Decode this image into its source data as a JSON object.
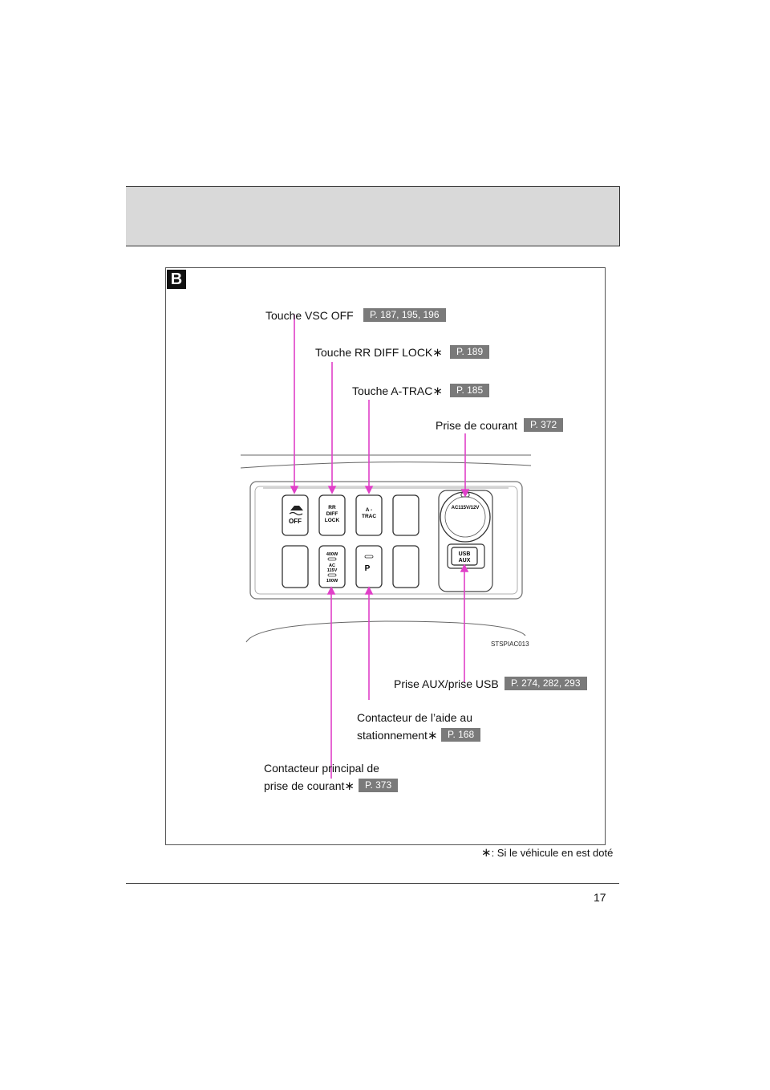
{
  "section": "B",
  "callouts": {
    "vsc_off": {
      "label": "Touche VSC OFF",
      "ref": "P. 187, 195, 196"
    },
    "rr_diff_lock": {
      "label": "Touche RR DIFF LOCK",
      "mark": "∗",
      "ref": "P. 189"
    },
    "a_trac": {
      "label": "Touche A-TRAC",
      "mark": "∗",
      "ref": "P. 185"
    },
    "power_outlet": {
      "label": "Prise de courant",
      "ref": "P. 372"
    },
    "aux_usb": {
      "label": "Prise AUX/prise USB",
      "ref": "P. 274, 282, 293"
    },
    "parking_assist": {
      "line1": "Contacteur de l’aide au",
      "line2": "stationnement",
      "mark": "∗",
      "ref": "P. 168"
    },
    "main_outlet": {
      "line1": "Contacteur principal de",
      "line2": "prise de courant",
      "mark": "∗",
      "ref": "P. 373"
    }
  },
  "panel": {
    "vsc_button": "OFF",
    "rr_button": [
      "RR",
      "DIFF",
      "LOCK"
    ],
    "atrac_button": [
      "A -",
      "TRAC"
    ],
    "outlet_switch": [
      "400W",
      "AC",
      "115V",
      "100W"
    ],
    "parking_button": "P",
    "usb_labels": [
      "USB",
      "AUX"
    ],
    "cap_text": "AC115V/12V"
  },
  "figure_code": "STSPIAC013",
  "footnote": {
    "mark": "∗",
    "text": ": Si le véhicule en est doté"
  },
  "page_number": "17",
  "colors": {
    "leader": "#e040c8",
    "ref_bg": "#7a7a7a",
    "header_band": "#d9d9d9"
  }
}
